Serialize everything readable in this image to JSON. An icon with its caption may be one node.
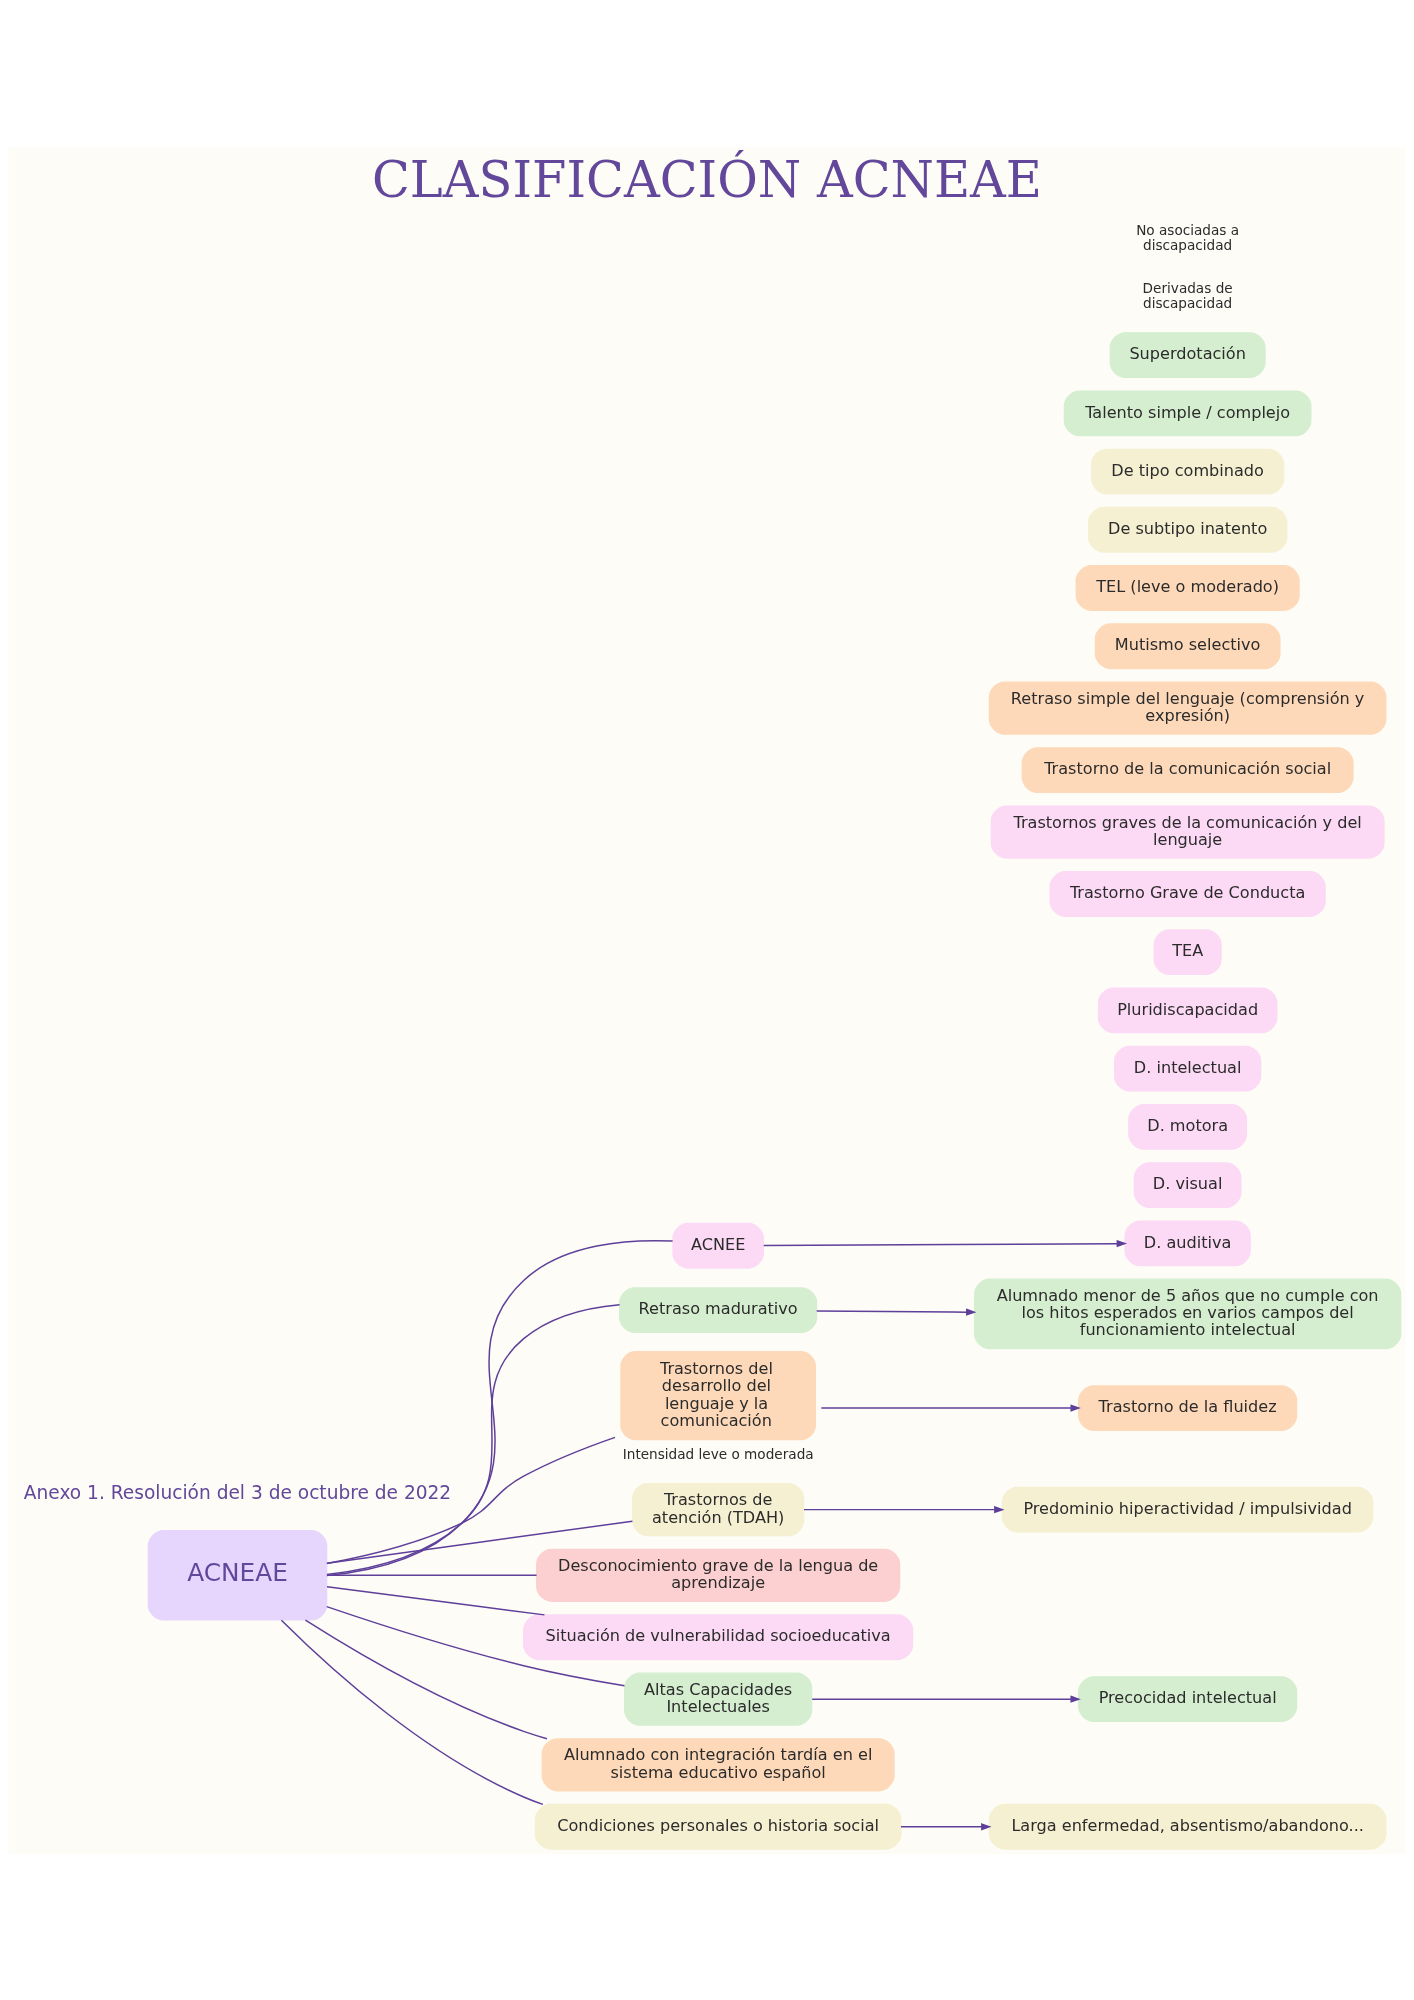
{
  "diagram": {
    "title": "CLASIFICACIÓN ACNEAE",
    "nodes": [
      {
        "text": [
          "ACNEAE"
        ]
      },
      {
        "text": [
          "ACNEE"
        ]
      },
      {
        "text": [
          "D. auditiva"
        ]
      },
      {
        "text": [
          "D. visual"
        ]
      },
      {
        "text": [
          "D. motora"
        ]
      },
      {
        "text": [
          "D. intelectual"
        ]
      },
      {
        "text": [
          "Pluridiscapacidad"
        ]
      },
      {
        "text": [
          "TEA"
        ]
      },
      {
        "text": [
          "Trastorno Grave de Conducta"
        ]
      },
      {
        "text": [
          "Trastornos graves de la comunicación y del lenguaje"
        ]
      },
      {
        "text": [
          "Retraso madurativo"
        ]
      },
      {
        "text": [
          "Alumnado menor de 5 años que no cumple con los hitos esperados en varios campos del funcionamiento intelectual"
        ]
      },
      {
        "text": [
          "Trastornos del desarrollo del lenguaje y la comunicación"
        ],
        "beside": [
          "Intensidad leve o moderada"
        ]
      },
      {
        "text": [
          "Trastorno de la comunicación social"
        ]
      },
      {
        "text": [
          "Trastorno de la fluidez"
        ]
      },
      {
        "text": [
          "Retraso simple del lenguaje (comprensión y expresión)"
        ]
      },
      {
        "text": [
          "Mutismo selectivo"
        ]
      },
      {
        "text": [
          "TEL (leve o moderado)"
        ]
      },
      {
        "text": [
          "Trastornos de atención (TDAH)"
        ]
      },
      {
        "text": [
          "Predominio hiperactividad / impulsividad"
        ]
      },
      {
        "text": [
          "De subtipo inatento"
        ]
      },
      {
        "text": [
          "De tipo combinado"
        ]
      },
      {
        "text": [
          "Desconocimiento grave de la lengua de aprendizaje"
        ]
      },
      {
        "text": [
          "Situación de vulnerabilidad socioeducativa"
        ]
      },
      {
        "text": [
          "Altas Capacidades Intelectuales"
        ]
      },
      {
        "text": [
          "Precocidad intelectual"
        ]
      },
      {
        "text": [
          "Talento simple / complejo"
        ]
      },
      {
        "text": [
          "Superdotación"
        ]
      },
      {
        "text": [
          "Alumnado con integración tardía en el sistema educativo español"
        ]
      },
      {
        "text": [
          "Condiciones personales o historia social"
        ]
      },
      {
        "text": [
          "Larga enfermedad, absentismo/abandono..."
        ]
      }
    ],
    "edges": [
      {
        "from": 0,
        "to": 1,
        "arrow": "none"
      },
      {
        "from": 0,
        "to": 10,
        "arrow": "none"
      },
      {
        "from": 0,
        "to": 12,
        "arrow": "none"
      },
      {
        "from": 0,
        "to": 18,
        "arrow": "none"
      },
      {
        "from": 0,
        "to": 22,
        "arrow": "none"
      },
      {
        "from": 0,
        "to": 23,
        "arrow": "none"
      },
      {
        "from": 0,
        "to": 24,
        "arrow": "none"
      },
      {
        "from": 0,
        "to": 28,
        "arrow": "none"
      },
      {
        "from": 0,
        "to": 29,
        "arrow": "none"
      },
      {
        "from": 1,
        "to": 2,
        "arrow": "to"
      },
      {
        "from": 10,
        "to": 11,
        "arrow": "to"
      },
      {
        "from": 12,
        "to": 14,
        "arrow": "to"
      },
      {
        "from": 18,
        "to": 19,
        "arrow": "to"
      },
      {
        "from": 24,
        "to": 25,
        "arrow": "to"
      },
      {
        "from": 29,
        "to": 30,
        "arrow": "to"
      }
    ],
    "labels": [
      "Anexo 1. Resolución del 3 de octubre de 2022",
      "Derivadas de discapacidad",
      "No asociadas a discapacidad"
    ]
  }
}
